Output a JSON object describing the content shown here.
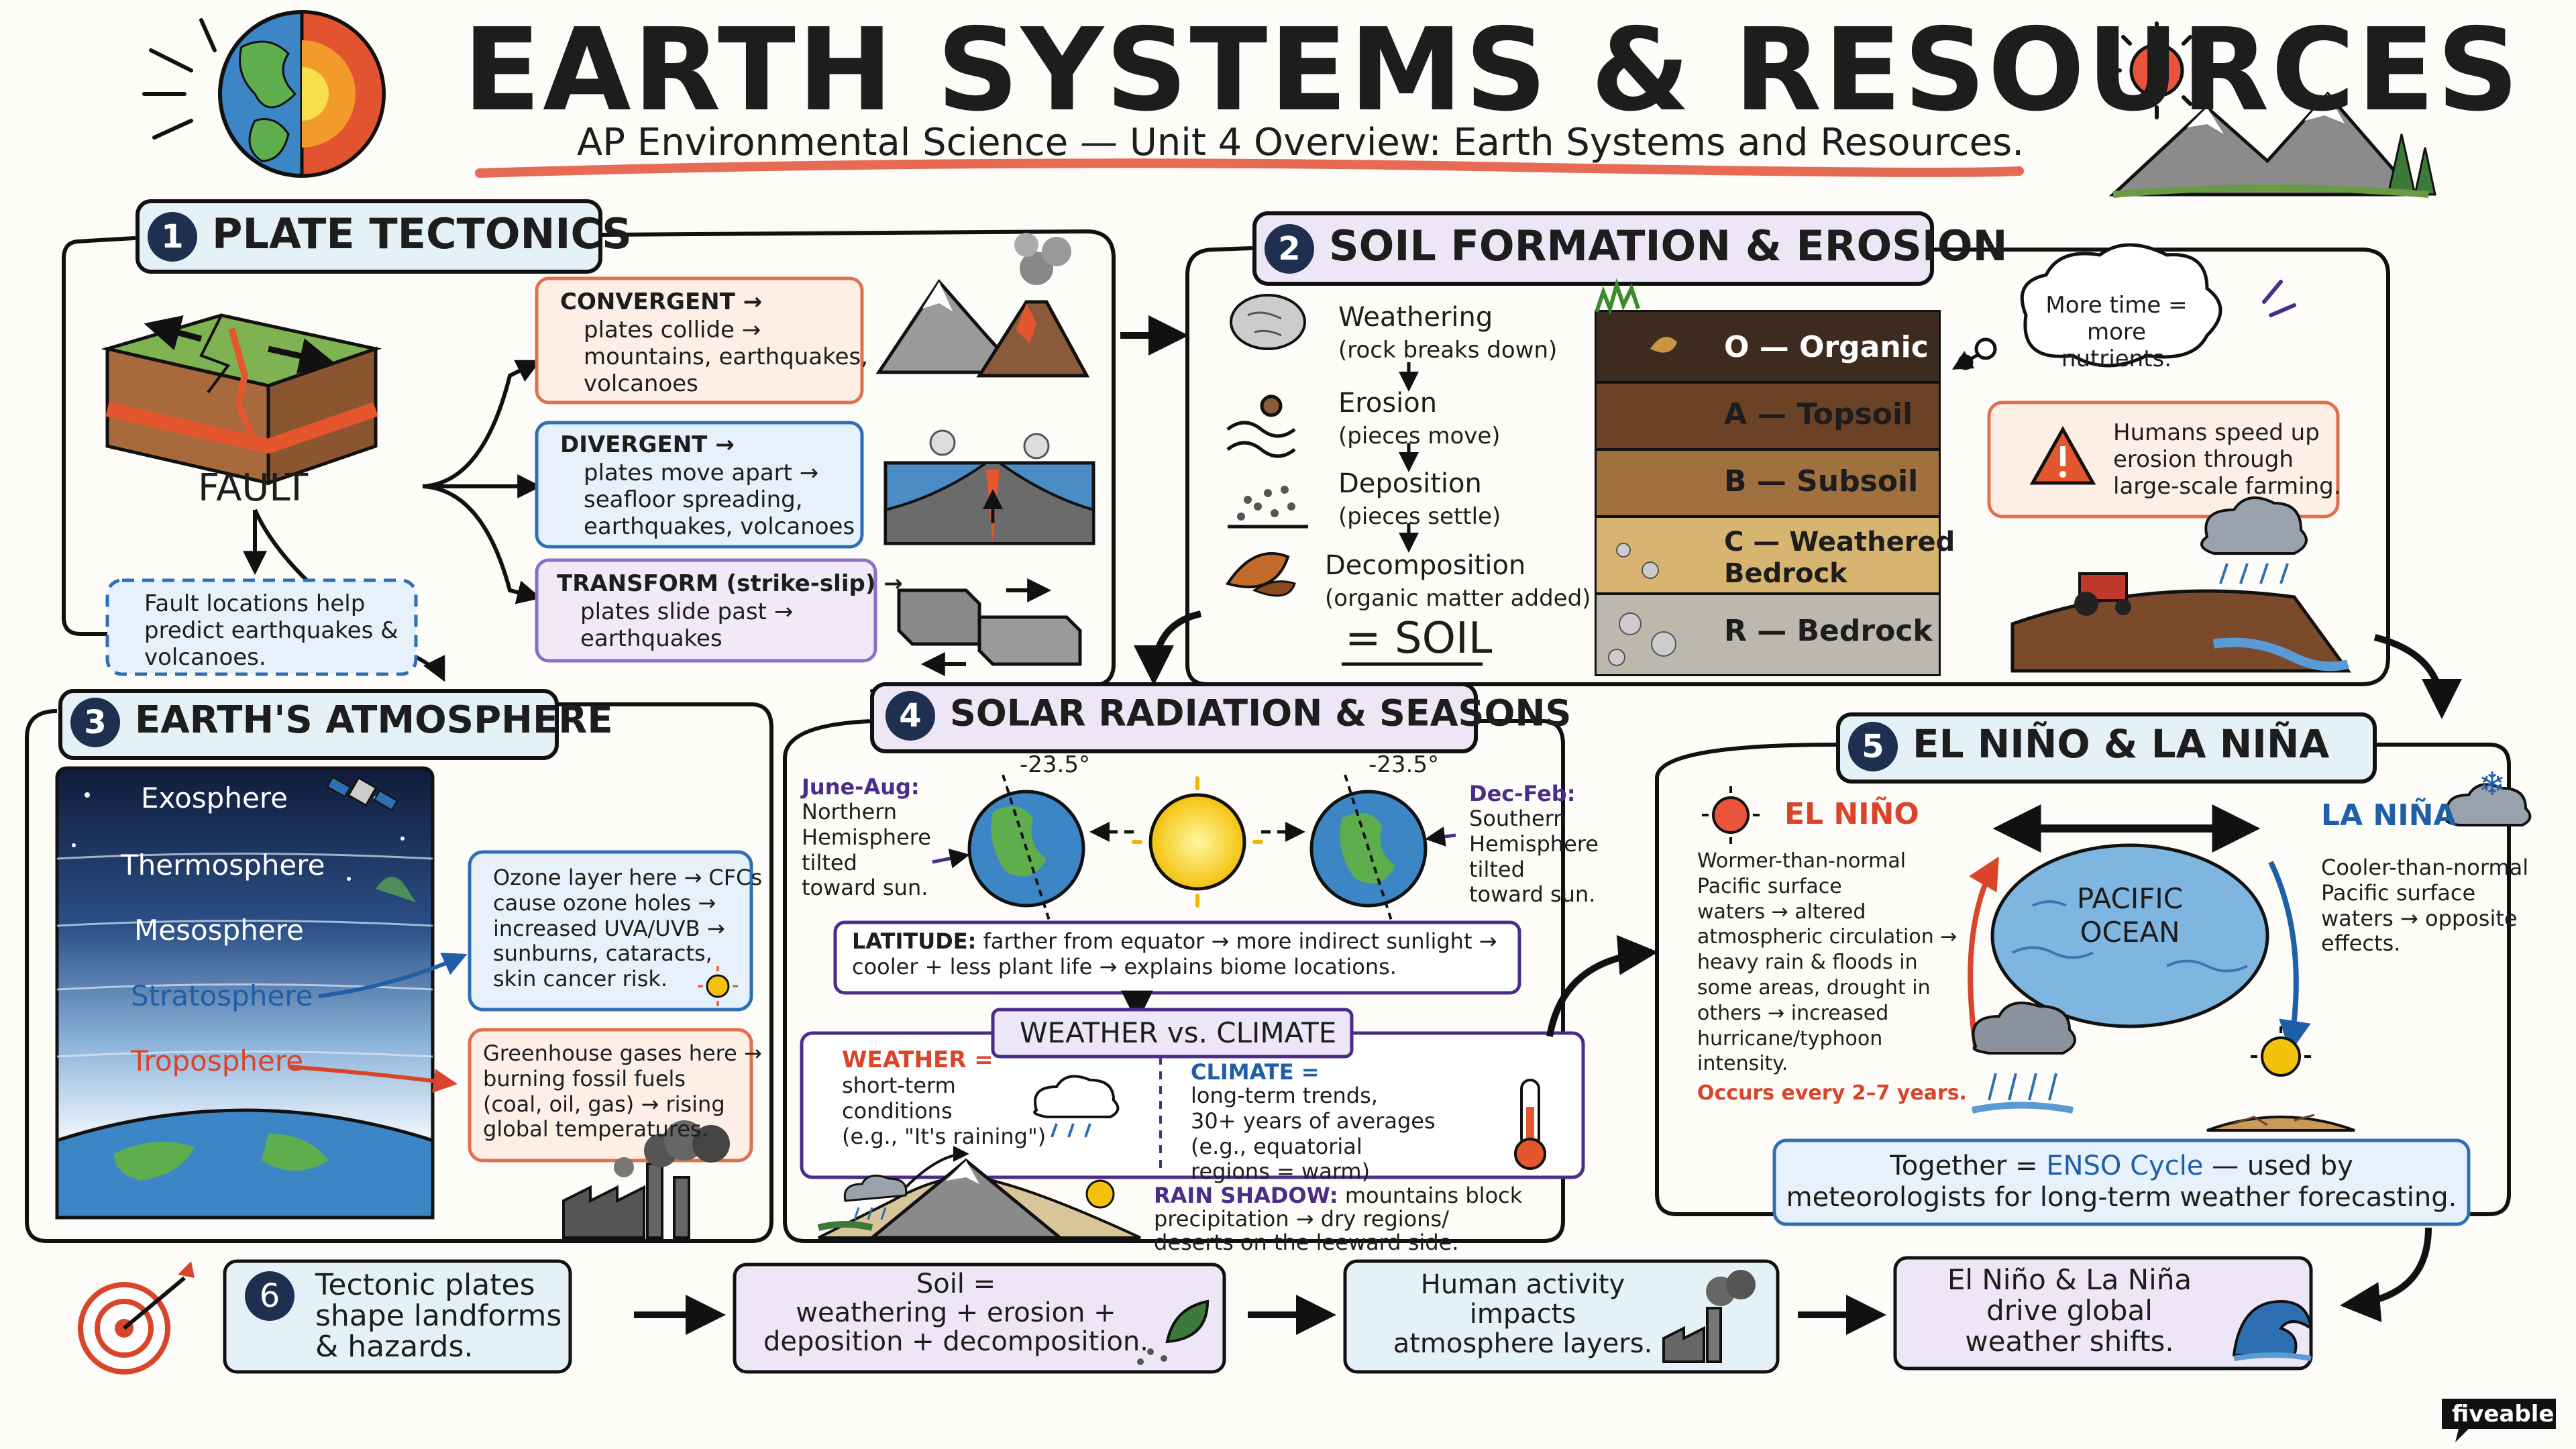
{
  "header": {
    "title": "EARTH SYSTEMS & RESOURCES",
    "subtitle": "AP Environmental Science — Unit 4 Overview: Earth Systems and Resources."
  },
  "plate_tectonics": {
    "number": "1",
    "heading": "PLATE TECTONICS",
    "fault_label": "FAULT",
    "fault_note": "Fault locations help\npredict earthquakes &\nvolcanoes.",
    "convergent_title": "CONVERGENT →",
    "convergent_text": "plates collide →\nmountains, earthquakes,\nvolcanoes",
    "divergent_title": "DIVERGENT →",
    "divergent_text": "plates move apart →\nseafloor spreading,\nearthquakes, volcanoes",
    "transform_title": "TRANSFORM (strike-slip) →",
    "transform_text": "plates slide past →\nearthquakes"
  },
  "soil": {
    "number": "2",
    "heading": "SOIL FORMATION & EROSION",
    "steps": [
      {
        "title": "Weathering",
        "detail": "(rock breaks down)"
      },
      {
        "title": "Erosion",
        "detail": "(pieces move)"
      },
      {
        "title": "Deposition",
        "detail": "(pieces settle)"
      },
      {
        "title": "Decomposition",
        "detail": "(organic matter added)"
      }
    ],
    "result": "= SOIL",
    "layers": [
      "O — Organic",
      "A — Topsoil",
      "B — Subsoil",
      "C — Weathered\nBedrock",
      "R — Bedrock"
    ],
    "thought": "More time =\nmore nutrients.",
    "warning": "Humans speed up\nerosion through\nlarge-scale farming."
  },
  "atmosphere": {
    "number": "3",
    "heading": "EARTH'S ATMOSPHERE",
    "layers": [
      "Exosphere",
      "Thermosphere",
      "Mesosphere",
      "Stratosphere",
      "Troposphere"
    ],
    "ozone_note": "Ozone layer here → CFCs\ncause ozone holes →\nincreased UVA/UVB →\nsunburns, cataracts,\nskin cancer risk.",
    "greenhouse_note": "Greenhouse gases here →\nburning fossil fuels\n(coal, oil, gas) → rising\nglobal temperatures."
  },
  "solar": {
    "number": "4",
    "heading": "SOLAR RADIATION & SEASONS",
    "angle_left": "23.5°",
    "angle_right": "23.5°",
    "june_title": "June-Aug:",
    "june_text": "Northern\nHemisphere\ntilted\ntoward sun.",
    "dec_title": "Dec-Feb:",
    "dec_text": "Southern\nHemisphere\ntilted\ntoward sun.",
    "latitude_label": "LATITUDE:",
    "latitude_text": "farther from equator → more indirect sunlight →\ncooler + less plant life → explains biome locations.",
    "wc_heading": "WEATHER vs. CLIMATE",
    "weather_label": "WEATHER =",
    "weather_text": "short-term\nconditions\n(e.g., \"It's raining\")",
    "climate_label": "CLIMATE =",
    "climate_text": "long-term trends,\n30+ years of averages\n(e.g., equatorial\nregions = warm)",
    "rain_shadow_label": "RAIN SHADOW:",
    "rain_shadow_text": "mountains block\nprecipitation → dry regions/\ndeserts on the leeward side."
  },
  "enso": {
    "number": "5",
    "heading": "EL NIÑO & LA NIÑA",
    "el_nino_label": "EL NIÑO",
    "el_nino_text": "Wormer-than-normal\nPacific surface\nwaters → altered\natmospheric circulation →\nheavy rain & floods in\nsome areas, drought in\nothers → increased\nhurricane/typhoon\nintensity.",
    "el_nino_freq": "Occurs every 2–7 years.",
    "la_nina_label": "LA NIÑA",
    "la_nina_text": "Cooler-than-normal\nPacific surface\nwaters → opposite\neffects.",
    "ocean_label": "PACIFIC\nOCEAN",
    "together_prefix": "Together = ",
    "together_highlight": "ENSO Cycle",
    "together_suffix": " — used by\nmeteorologists for long-term weather forecasting."
  },
  "summary": {
    "number": "6",
    "boxes": [
      "Tectonic plates\nshape landforms\n& hazards.",
      "Soil =\nweathering + erosion +\ndeposition + decomposition.",
      "Human activity\nimpacts\natmosphere layers.",
      "El Niño & La Niña\ndrive global\nweather shifts."
    ]
  },
  "brand": "fiveable",
  "colors": {
    "navy": "#1f2f4f",
    "red_accent": "#d9442b",
    "blue_accent": "#1f5fa8",
    "purple_accent": "#4b2c8a",
    "convergent_box": "#fdeee6",
    "divergent_box": "#e6f1fb",
    "transform_box": "#efe9f8",
    "summary_box_blue": "#e4f2f7",
    "summary_box_purple": "#ece6f6"
  },
  "icons": [
    "globe-layers-icon",
    "sun-icon",
    "mountains-icon",
    "volcano-icon",
    "satellite-icon",
    "factory-icon",
    "rain-cloud-icon",
    "thermometer-icon",
    "tractor-icon",
    "warning-icon",
    "target-icon",
    "wave-icon",
    "leaf-icon",
    "snowflake-cloud-icon"
  ]
}
